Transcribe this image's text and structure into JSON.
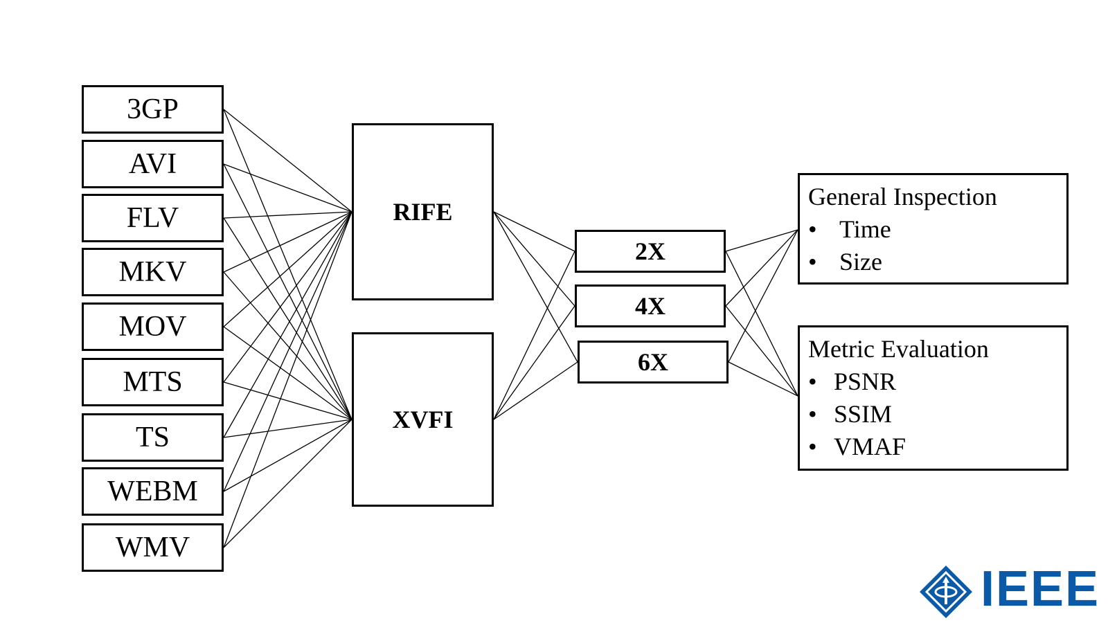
{
  "formats": [
    "3GP",
    "AVI",
    "FLV",
    "MKV",
    "MOV",
    "MTS",
    "TS",
    "WEBM",
    "WMV"
  ],
  "models": [
    "RIFE",
    "XVFI"
  ],
  "factors": [
    "2X",
    "4X",
    "6X"
  ],
  "outputs": [
    {
      "title": "General Inspection",
      "items": [
        "Time",
        "Size"
      ]
    },
    {
      "title": "Metric Evaluation",
      "items": [
        "PSNR",
        "SSIM",
        "VMAF"
      ]
    }
  ],
  "logo": {
    "text": "IEEE",
    "color": "#0a5aa8"
  }
}
